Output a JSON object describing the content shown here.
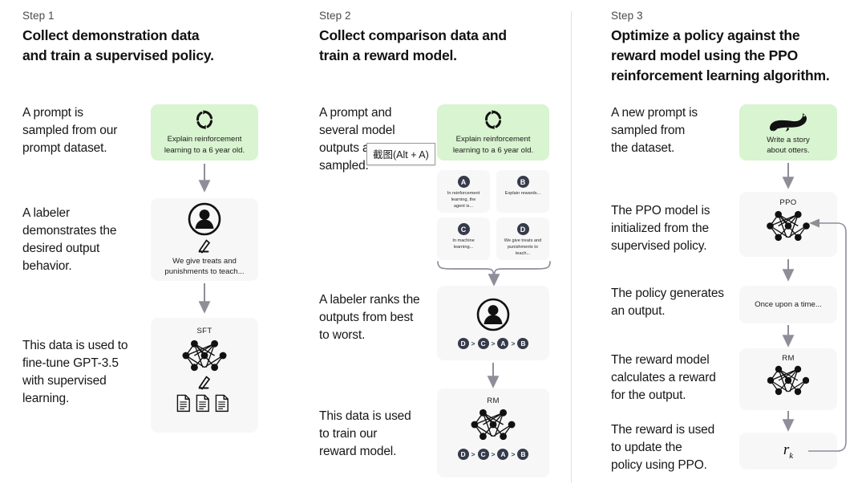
{
  "overlay": {
    "screenshot_tooltip": "截图(Alt + A)"
  },
  "colors": {
    "prompt_green": "#d9f4d0",
    "card_gray": "#f7f7f7",
    "badge_navy": "#353b4a",
    "arrow_gray": "#8e8e99",
    "text": "#111111",
    "divider": "#e2e2e2"
  },
  "steps": [
    {
      "label": "Step 1",
      "title": "Collect demonstration data\nand train a supervised policy.",
      "captions": [
        "A prompt is\nsampled from our\nprompt dataset.",
        "A labeler\ndemonstrates the\ndesired output\nbehavior.",
        "This data is used to\nfine-tune GPT-3.5\nwith supervised\nlearning."
      ],
      "cards": [
        {
          "type": "prompt",
          "icon": "refresh-circular-icon",
          "text": "Explain reinforcement\nlearning to a 6 year old."
        },
        {
          "type": "labeler",
          "icon": "person-avatar-icon",
          "sub_icon": "pencil-icon",
          "text": "We give treats and\npunishments to teach..."
        },
        {
          "type": "model",
          "title": "SFT",
          "icon": "neural-network-icon",
          "sub_icon": "pencil-icon",
          "extra_icon": "documents-icon"
        }
      ]
    },
    {
      "label": "Step 2",
      "title": "Collect comparison data and\ntrain a reward model.",
      "captions": [
        "A prompt and\nseveral model\noutputs are\nsampled.",
        "A labeler ranks the\noutputs from best\nto worst.",
        "This data is used\nto train our\nreward model."
      ],
      "cards": [
        {
          "type": "prompt",
          "icon": "refresh-circular-icon",
          "text": "Explain reinforcement\nlearning to a 6 year old."
        },
        {
          "type": "options",
          "options": [
            {
              "badge": "A",
              "text": "In reinforcement\nlearning, the\nagent is..."
            },
            {
              "badge": "B",
              "text": "Explain rewards..."
            },
            {
              "badge": "C",
              "text": "In machine\nlearning..."
            },
            {
              "badge": "D",
              "text": "We give treats and\npunishments to\nteach..."
            }
          ]
        },
        {
          "type": "labeler-rank",
          "icon": "person-avatar-icon",
          "ranking": [
            "D",
            "C",
            "A",
            "B"
          ]
        },
        {
          "type": "model-rank",
          "title": "RM",
          "icon": "neural-network-icon",
          "ranking": [
            "D",
            "C",
            "A",
            "B"
          ]
        }
      ]
    },
    {
      "label": "Step 3",
      "title": "Optimize a policy against the\nreward model using the PPO\nreinforcement learning algorithm.",
      "captions": [
        "A new prompt is\nsampled from\nthe dataset.",
        "The PPO model is\ninitialized from the\nsupervised policy.",
        "The policy generates\nan output.",
        "The reward model\ncalculates a reward\nfor the output.",
        "The reward is used\nto update the\npolicy using PPO."
      ],
      "cards": [
        {
          "type": "prompt",
          "icon": "otter-icon",
          "text": "Write a story\nabout otters."
        },
        {
          "type": "model",
          "title": "PPO",
          "icon": "neural-network-icon"
        },
        {
          "type": "output",
          "text": "Once upon a time..."
        },
        {
          "type": "model",
          "title": "RM",
          "icon": "neural-network-icon"
        },
        {
          "type": "reward",
          "symbol": "r",
          "subscript": "k"
        }
      ]
    }
  ]
}
